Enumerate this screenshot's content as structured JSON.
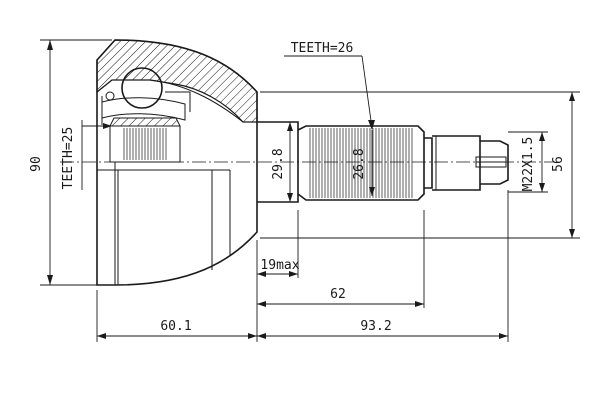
{
  "drawing": {
    "teeth_outer": "TEETH=26",
    "teeth_inner": "TEETH=25",
    "outer_diameter": "90",
    "spline_diameter": "26.8",
    "seal_diameter": "29.8",
    "thread": "M22X1.5",
    "flange_diameter": "56",
    "max_length": "19max",
    "shaft_length": "62",
    "bell_length": "60.1",
    "total_shaft_length": "93.2"
  }
}
